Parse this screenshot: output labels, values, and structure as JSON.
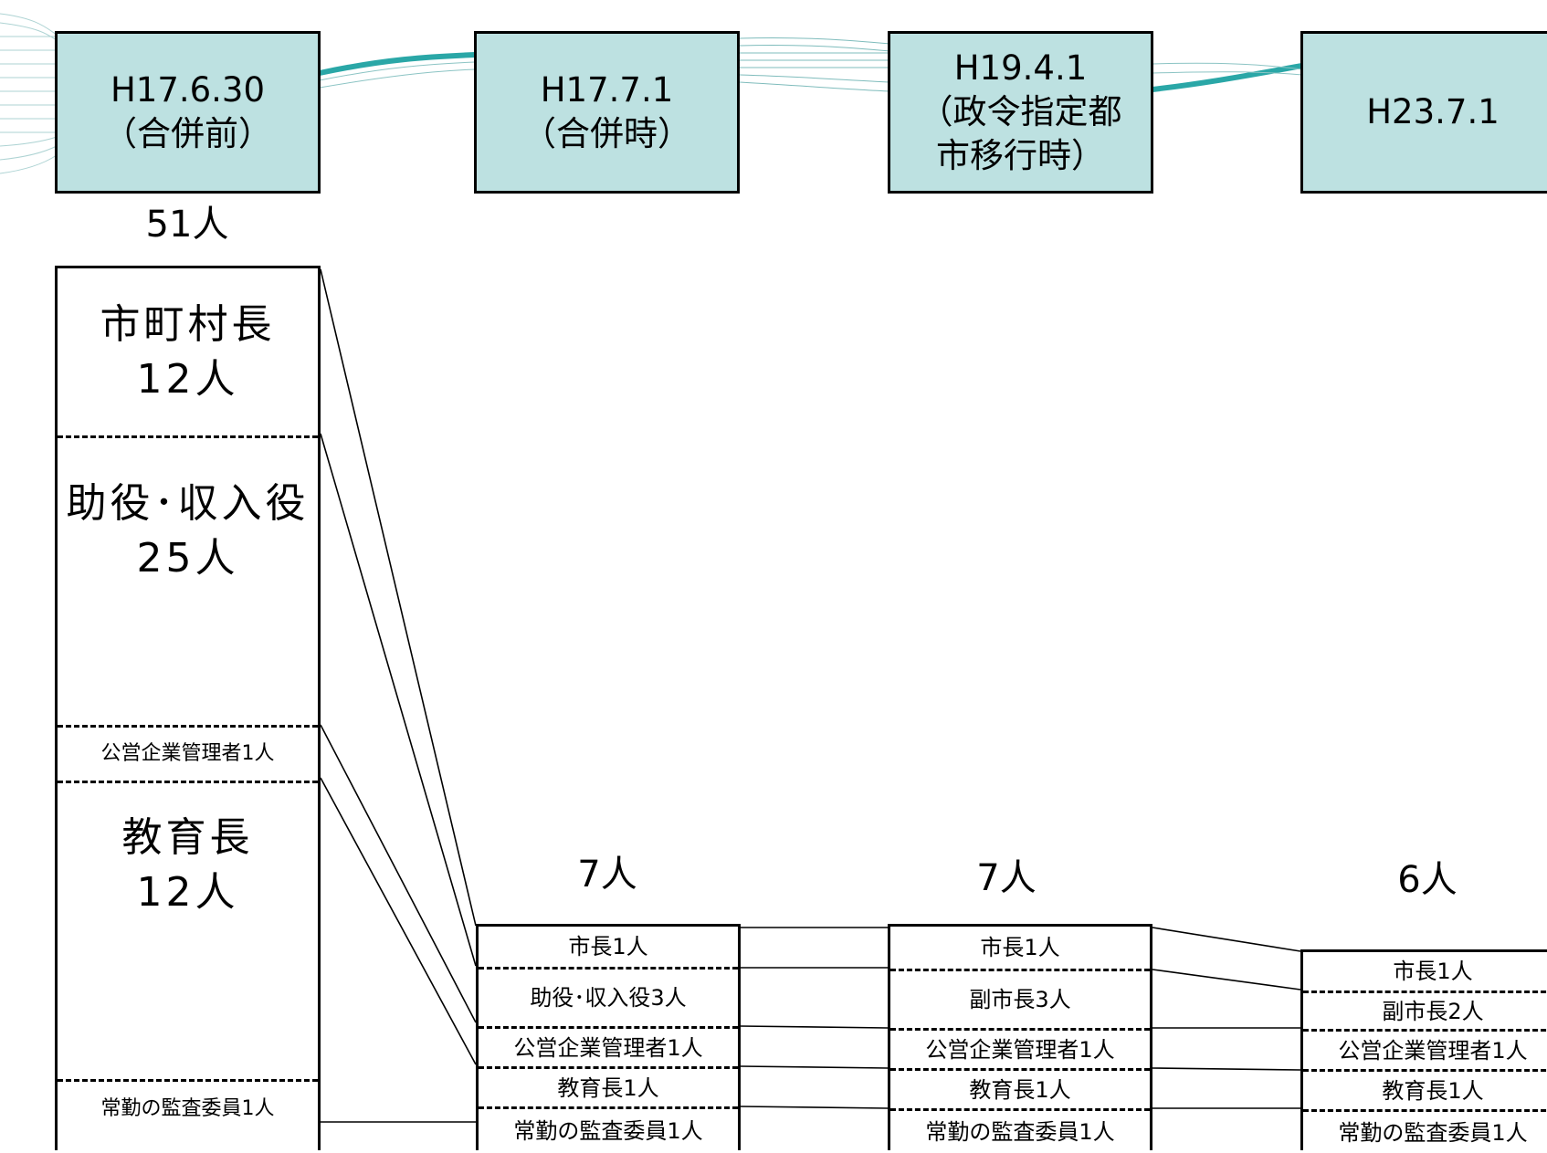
{
  "periods": [
    {
      "line1": "H17.6.30",
      "line2": "（合併前）",
      "line3": ""
    },
    {
      "line1": "H17.7.1",
      "line2": "（合併時）",
      "line3": ""
    },
    {
      "line1": "H19.4.1",
      "line2": "（政令指定都",
      "line3": "市移行時）"
    },
    {
      "line1": "H23.7.1",
      "line2": "",
      "line3": ""
    }
  ],
  "totals": [
    "51人",
    "7人",
    "7人",
    "6人"
  ],
  "before": {
    "mayors": {
      "label": "市町村長",
      "count": "12人"
    },
    "deputies": {
      "label": "助役･収入役",
      "count": "25人"
    },
    "enterprise": "公営企業管理者1人",
    "education": {
      "label": "教育長",
      "count": "12人"
    },
    "auditor": "常勤の監査委員1人"
  },
  "merger": [
    "市長1人",
    "助役･収入役3人",
    "公営企業管理者1人",
    "教育長1人",
    "常勤の監査委員1人"
  ],
  "designated": [
    "市長1人",
    "副市長3人",
    "公営企業管理者1人",
    "教育長1人",
    "常勤の監査委員1人"
  ],
  "current": [
    "市長1人",
    "副市長2人",
    "公営企業管理者1人",
    "教育長1人",
    "常勤の監査委員1人"
  ],
  "colors": {
    "header_fill": "#bde1e1",
    "wave": "#2aa7a7"
  }
}
